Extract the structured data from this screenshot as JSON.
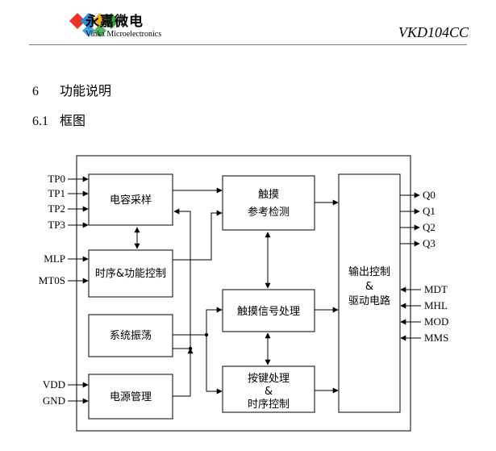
{
  "header": {
    "brand_cn": "永嘉微电",
    "brand_en": "Vinka Microelectronics",
    "part_number": "VKD104CC",
    "logo_colors": [
      "#e8322b",
      "#2a8fd8",
      "#f2b01e",
      "#3aa648"
    ]
  },
  "section": {
    "number": "6",
    "title": "功能说明"
  },
  "subsection": {
    "number": "6.1",
    "title": "框图"
  },
  "diagram": {
    "blocks": {
      "cap_sampling": "电容采样",
      "timing_control": "时序&功能控制",
      "oscillator": "系统振荡",
      "power_mgmt": "电源管理",
      "touch_ref_l1": "触摸",
      "touch_ref_l2": "参考检测",
      "touch_signal": "触摸信号处理",
      "key_l1": "按键处理",
      "key_l2": "&",
      "key_l3": "时序控制",
      "out_l1": "输出控制",
      "out_l2": "&",
      "out_l3": "驱动电路"
    },
    "inputs": {
      "tp0": "TP0",
      "tp1": "TP1",
      "tp2": "TP2",
      "tp3": "TP3",
      "mlp": "MLP",
      "mt0s": "MT0S",
      "vdd": "VDD",
      "gnd": "GND"
    },
    "outputs": {
      "q0": "Q0",
      "q1": "Q1",
      "q2": "Q2",
      "q3": "Q3"
    },
    "right_inputs": {
      "mdt": "MDT",
      "mhl": "MHL",
      "mod": "MOD",
      "mms": "MMS"
    }
  }
}
